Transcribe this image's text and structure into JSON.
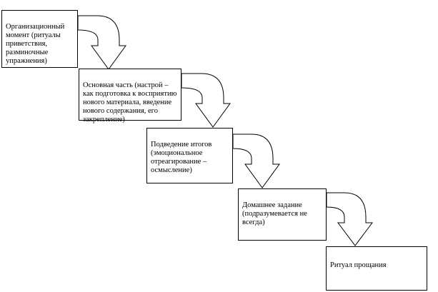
{
  "diagram": {
    "steps": [
      {
        "label": "Организационный момент (ритуалы приветствия, разминочные упражнения)"
      },
      {
        "label": "Основная часть (настрой – как подготовка к восприятию нового материала, введение нового содержания, его закрепление)"
      },
      {
        "label": "Подведение итогов (эмоциональное отреагирование – осмысление)"
      },
      {
        "label": "Домашнее задание (подразумевается не всегда)"
      },
      {
        "label": "Ритуал прощания"
      }
    ],
    "connector_icon": "bent-arrow-down"
  }
}
